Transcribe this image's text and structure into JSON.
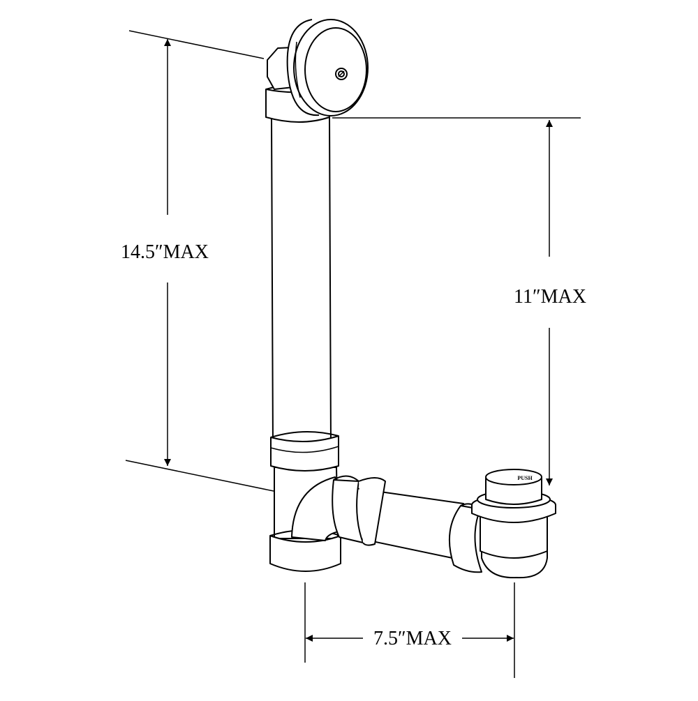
{
  "dimensions": {
    "overall_height": "14.5″MAX",
    "overflow_drop": "11″MAX",
    "horizontal_run": "7.5″MAX"
  },
  "parts": {
    "drain_cap_marking": "PUSH"
  },
  "colors": {
    "line": "#000000",
    "background": "#ffffff"
  }
}
